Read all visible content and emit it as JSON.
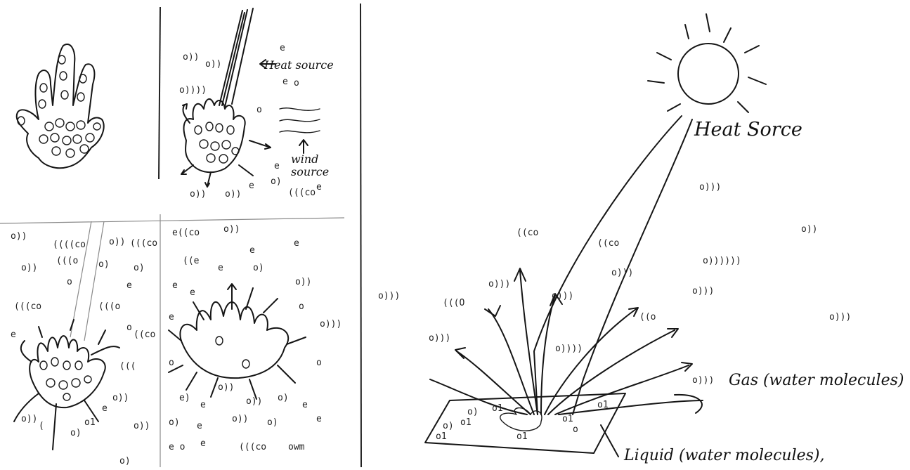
{
  "panels": {
    "heat_source_label": "Heat source",
    "wind_source_label_1": "wind",
    "wind_source_label_2": "source"
  },
  "right": {
    "heat_source_label": "Heat Sorce",
    "gas_label": "Gas (water molecules)",
    "liquid_label": "Liquid (water molecules),"
  },
  "colors": {
    "ink": "#151515",
    "paper": "#ffffff"
  }
}
